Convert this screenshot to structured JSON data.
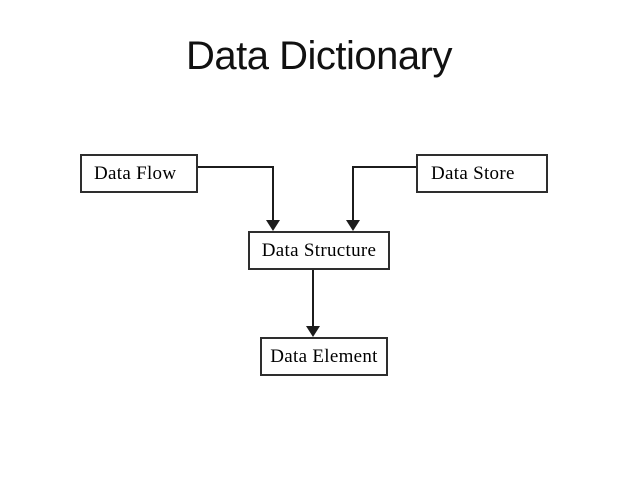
{
  "slide": {
    "title": "Data Dictionary",
    "background_color": "#ffffff"
  },
  "diagram": {
    "nodes": [
      {
        "id": "data-flow",
        "label": "Data Flow"
      },
      {
        "id": "data-store",
        "label": "Data Store"
      },
      {
        "id": "data-structure",
        "label": "Data Structure"
      },
      {
        "id": "data-element",
        "label": "Data Element"
      }
    ],
    "connections": [
      {
        "from": "data-flow",
        "to": "data-structure",
        "arrow": "filled-triangle-down"
      },
      {
        "from": "data-store",
        "to": "data-structure",
        "arrow": "filled-triangle-down"
      },
      {
        "from": "data-structure",
        "to": "data-element",
        "arrow": "filled-triangle-down"
      }
    ],
    "colors": {
      "box_border": "#2e2e2e",
      "connector_line": "#1c1c1c",
      "text": "#000000",
      "title_text": "#111111"
    }
  }
}
